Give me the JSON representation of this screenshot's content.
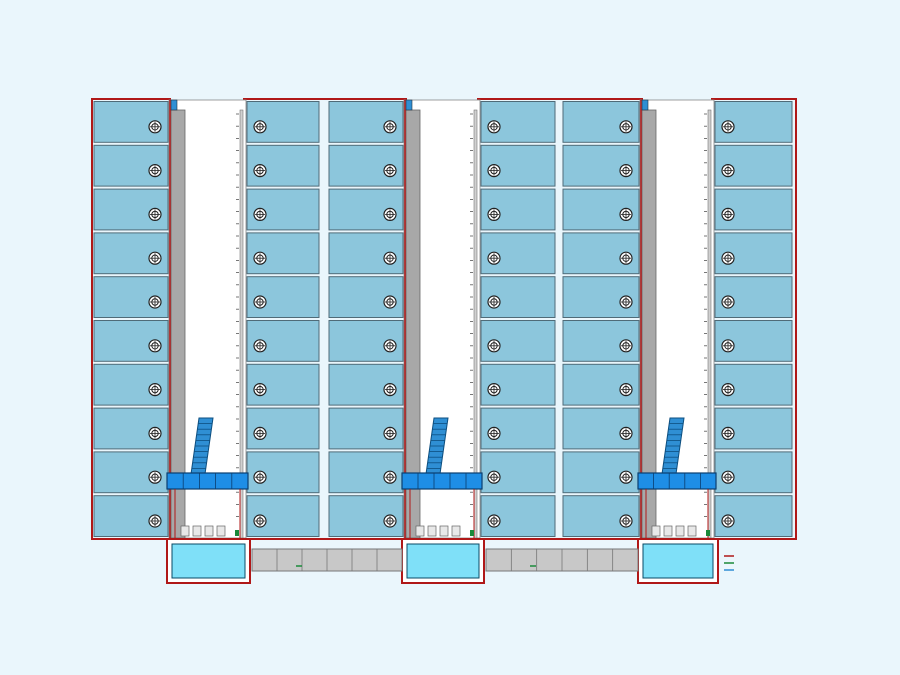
{
  "colors": {
    "background": "#eaf6fc",
    "cell_fill": "#8cc6dc",
    "cell_stroke": "#4f6b78",
    "frame_red": "#b01818",
    "aisle_fill": "#ffffff",
    "rail_gray": "#a8a8a8",
    "stair_blue": "#2f8fd4",
    "conveyor_blue": "#1e8ee6",
    "base_fill": "#7fe0f8",
    "connector_gray": "#c8c8c8",
    "mark_green": "#1a8a3a"
  },
  "layout": {
    "rows_per_column": 10,
    "aisles": 3,
    "storage_columns": 6,
    "connector_segments": 6
  },
  "icons": {
    "cell": "fan-icon",
    "stair": "staircase-icon",
    "conveyor": "conveyor-icon",
    "base": "base-station-icon"
  }
}
